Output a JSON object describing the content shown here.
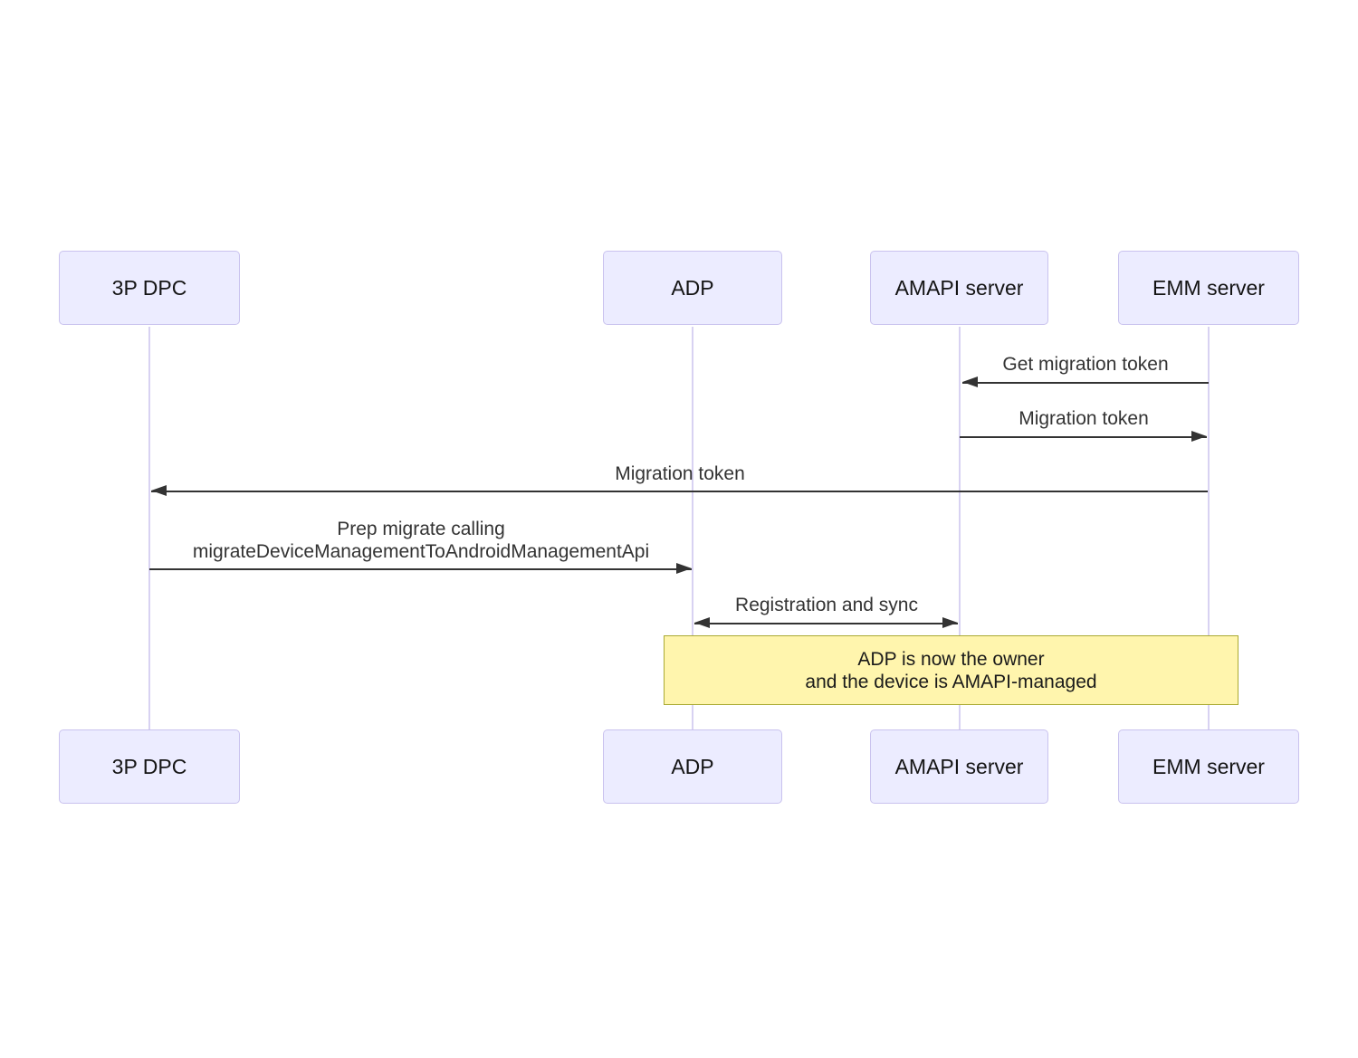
{
  "diagram_type": "sequence",
  "actors": [
    {
      "label": "3P DPC"
    },
    {
      "label": "ADP"
    },
    {
      "label": "AMAPI server"
    },
    {
      "label": "EMM server"
    }
  ],
  "messages": [
    {
      "label": "Get migration token",
      "from": "EMM server",
      "to": "AMAPI server",
      "direction": "left"
    },
    {
      "label": "Migration token",
      "from": "AMAPI server",
      "to": "EMM server",
      "direction": "right"
    },
    {
      "label": "Migration token",
      "from": "EMM server",
      "to": "3P DPC",
      "direction": "left"
    },
    {
      "line1": "Prep migrate calling",
      "line2": "migrateDeviceManagementToAndroidManagementApi",
      "from": "3P DPC",
      "to": "ADP",
      "direction": "right"
    },
    {
      "label": "Registration and sync",
      "from": "ADP",
      "to": "AMAPI server",
      "direction": "both"
    }
  ],
  "note": {
    "line1": "ADP is now the owner",
    "line2": "and the device is AMAPI-managed",
    "spans": "ADP to EMM server"
  },
  "colors": {
    "actor_fill": "#ececff",
    "actor_border": "#c9c2ee",
    "lifeline": "#d8d2f2",
    "arrow": "#333333",
    "message_text": "#333333",
    "note_fill": "#fff5ad",
    "note_border": "#aaaa33",
    "background": "#ffffff"
  }
}
